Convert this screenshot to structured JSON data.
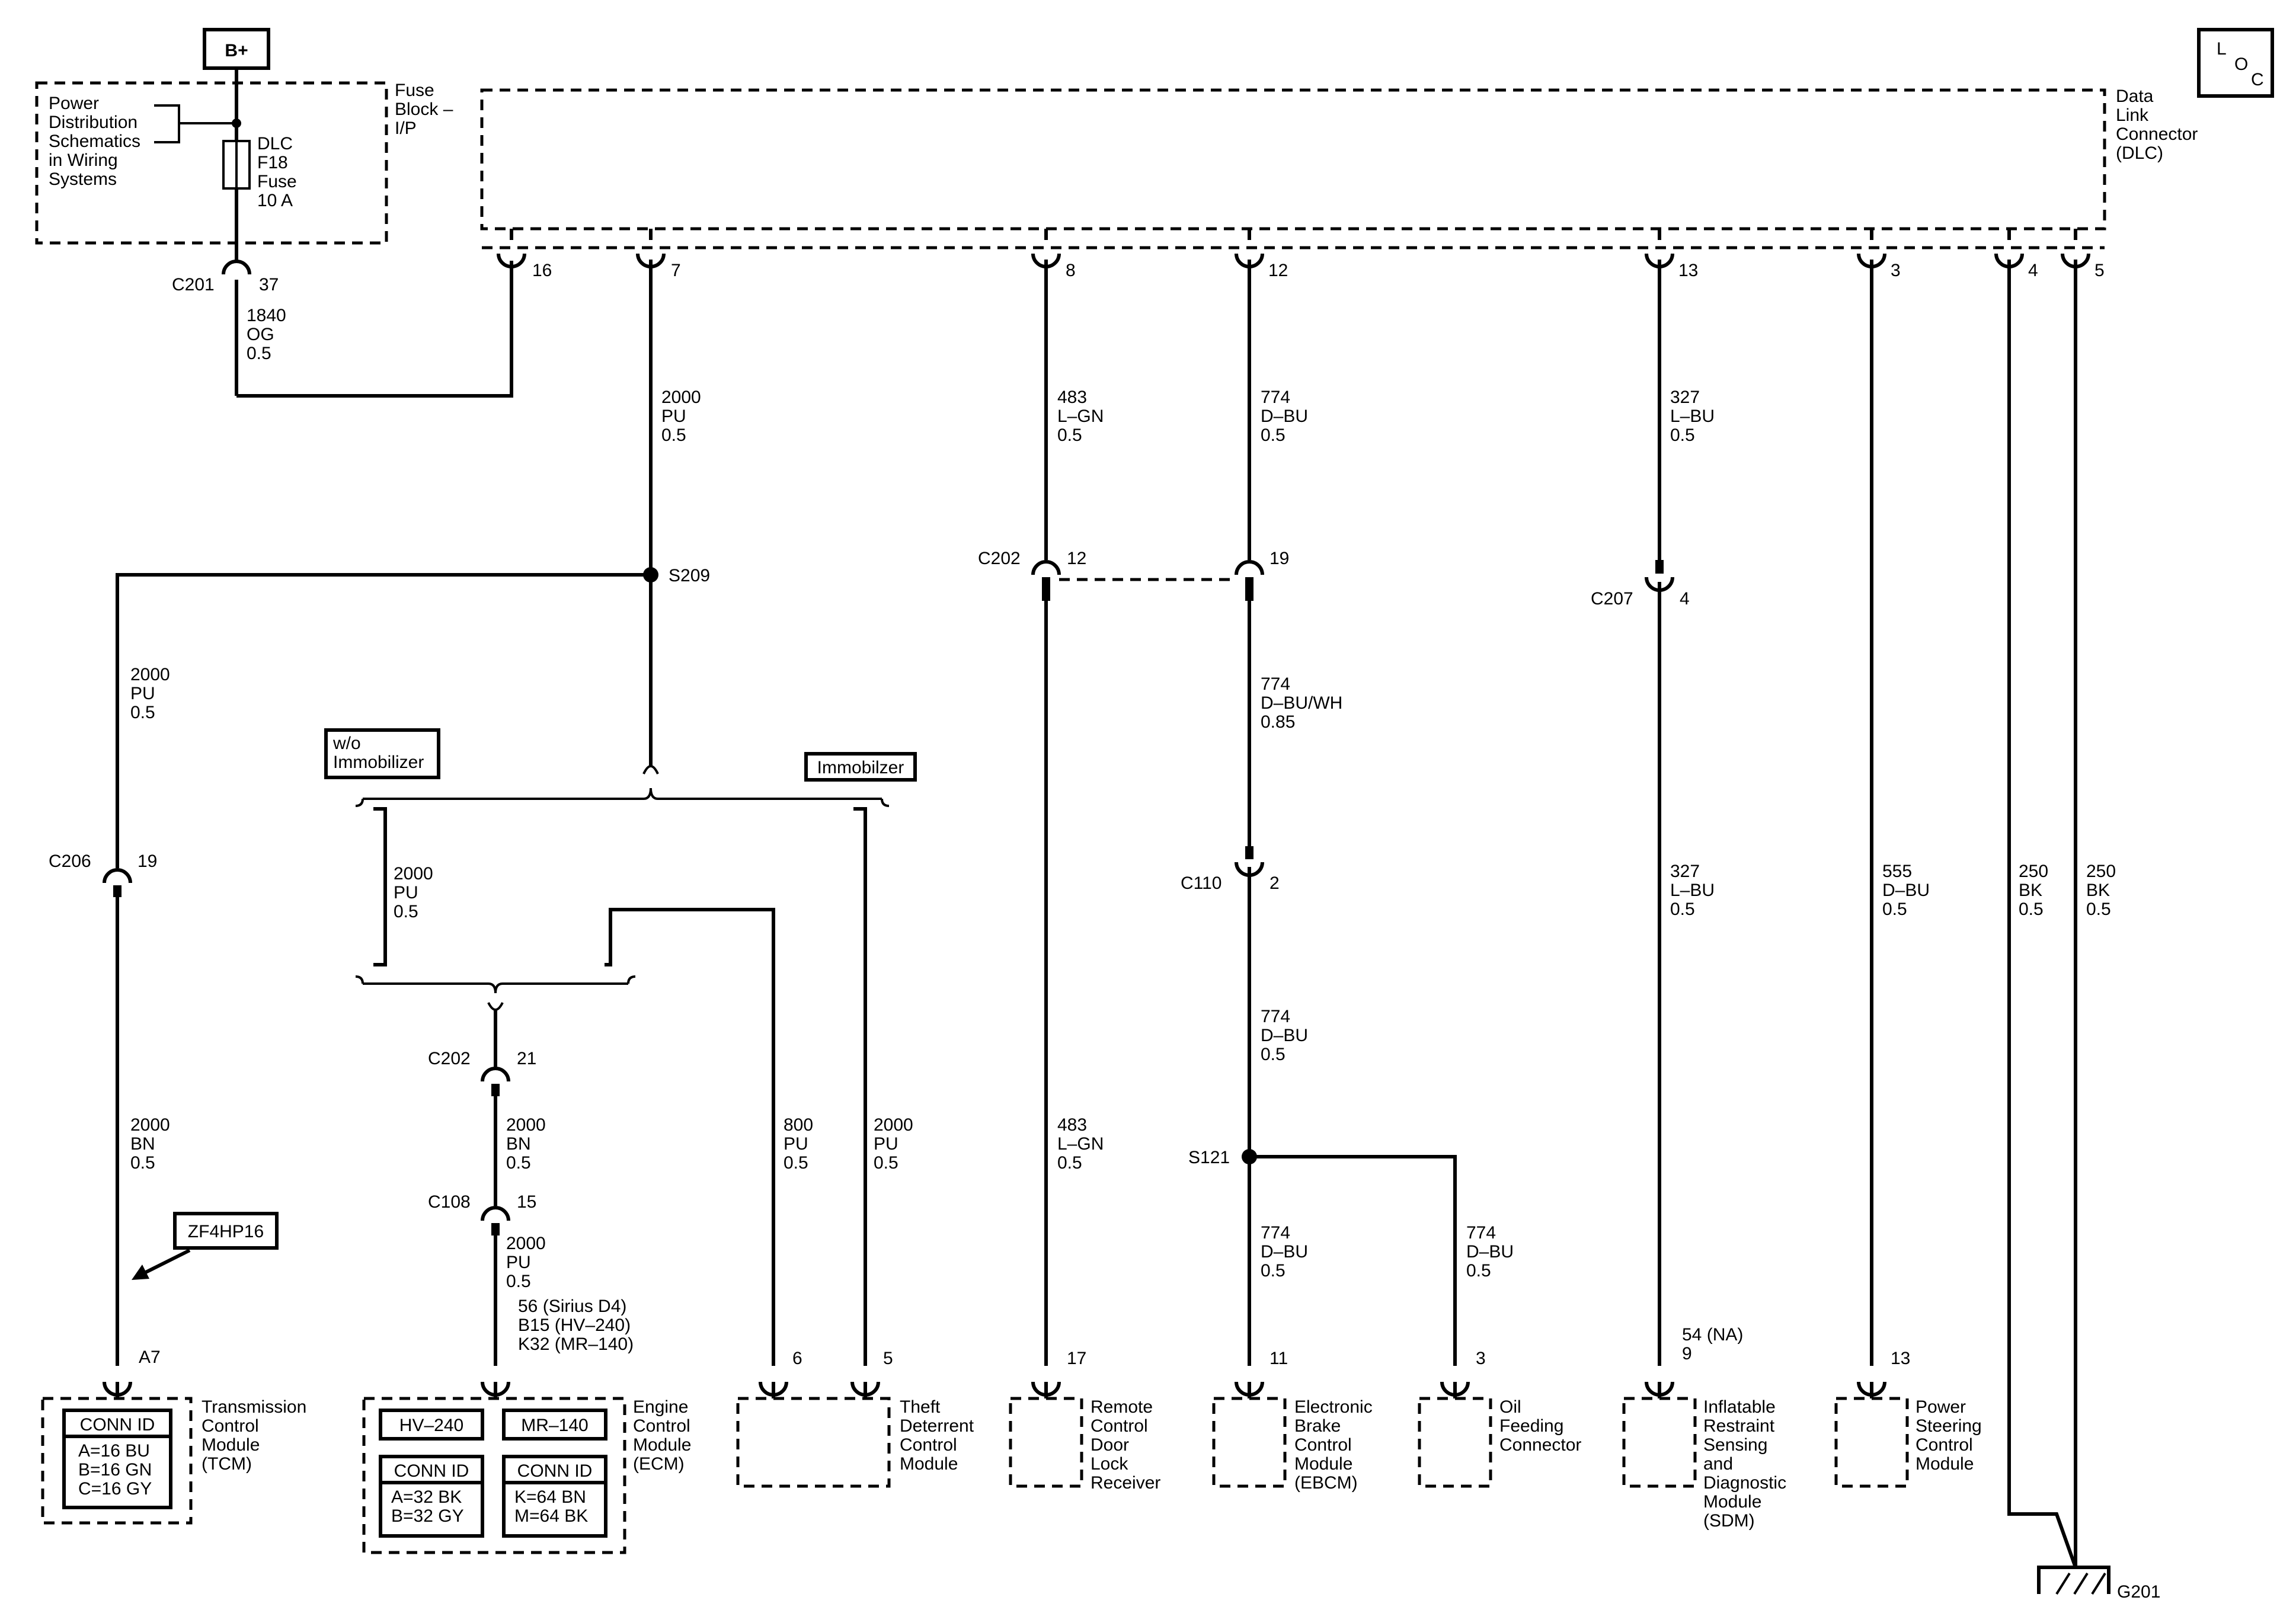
{
  "power": {
    "bplus": "B+",
    "note": [
      "Power",
      "Distribution",
      "Schematics",
      "in Wiring",
      "Systems"
    ],
    "fuse": [
      "DLC",
      "F18",
      "Fuse",
      "10 A"
    ],
    "fuse_block": [
      "Fuse",
      "Block –",
      "I/P"
    ]
  },
  "loc": {
    "l": "L",
    "o": "O",
    "c": "C"
  },
  "dlc": {
    "label": [
      "Data",
      "Link",
      "Connector",
      "(DLC)"
    ],
    "pins": [
      "16",
      "7",
      "8",
      "12",
      "13",
      "3",
      "4",
      "5"
    ]
  },
  "c201": {
    "name": "C201",
    "pin": "37",
    "wire": [
      "1840",
      "OG",
      "0.5"
    ]
  },
  "pin7": {
    "wire_top": [
      "2000",
      "PU",
      "0.5"
    ],
    "splice": "S209",
    "wire_left": [
      "2000",
      "PU",
      "0.5"
    ],
    "c206": {
      "name": "C206",
      "pin": "19"
    },
    "wire_tcm": [
      "2000",
      "BN",
      "0.5"
    ],
    "zf": "ZF4HP16",
    "tcm_pin": "A7",
    "opt_without": [
      "w/o",
      "Immobilizer"
    ],
    "opt_with": "Immobilzer",
    "wire_inner": [
      "2000",
      "PU",
      "0.5"
    ],
    "c202": {
      "name": "C202",
      "pin": "21"
    },
    "wire_ecm1": [
      "2000",
      "BN",
      "0.5"
    ],
    "c108": {
      "name": "C108",
      "pin": "15"
    },
    "wire_ecm2": [
      "2000",
      "PU",
      "0.5"
    ],
    "ecm_pins": [
      "56 (Sirius D4)",
      "B15 (HV–240)",
      "K32 (MR–140)"
    ],
    "wire_800": [
      "800",
      "PU",
      "0.5"
    ],
    "wire_2000": [
      "2000",
      "PU",
      "0.5"
    ],
    "theft_pins": [
      "6",
      "5"
    ]
  },
  "pin8": {
    "wire_top": [
      "483",
      "L–GN",
      "0.5"
    ],
    "c202": {
      "name": "C202",
      "pin": "12"
    },
    "wire_bottom": [
      "483",
      "L–GN",
      "0.5"
    ],
    "end_pin": "17"
  },
  "pin12": {
    "wire_top": [
      "774",
      "D–BU",
      "0.5"
    ],
    "c202_pin": "19",
    "wire_mid": [
      "774",
      "D–BU/WH",
      "0.85"
    ],
    "c110": {
      "name": "C110",
      "pin": "2"
    },
    "wire_low": [
      "774",
      "D–BU",
      "0.5"
    ],
    "splice": "S121",
    "wire_ebcm": [
      "774",
      "D–BU",
      "0.5"
    ],
    "wire_oil": [
      "774",
      "D–BU",
      "0.5"
    ],
    "ebcm_pin": "11",
    "oil_pin": "3"
  },
  "pin13": {
    "wire_top": [
      "327",
      "L–BU",
      "0.5"
    ],
    "c207": {
      "name": "C207",
      "pin": "4"
    },
    "wire_bottom": [
      "327",
      "L–BU",
      "0.5"
    ],
    "sdm_pin": [
      "54 (NA)",
      "9"
    ]
  },
  "pin3": {
    "wire": [
      "555",
      "D–BU",
      "0.5"
    ],
    "end_pin": "13"
  },
  "pin4": {
    "wire": [
      "250",
      "BK",
      "0.5"
    ]
  },
  "pin5": {
    "wire": [
      "250",
      "BK",
      "0.5"
    ]
  },
  "ground": "G201",
  "modules": {
    "tcm": [
      "Transmission",
      "Control",
      "Module",
      "(TCM)"
    ],
    "ecm": [
      "Engine",
      "Control",
      "Module",
      "(ECM)"
    ],
    "theft": [
      "Theft",
      "Deterrent",
      "Control",
      "Module"
    ],
    "rcdlr": [
      "Remote",
      "Control",
      "Door",
      "Lock",
      "Receiver"
    ],
    "ebcm": [
      "Electronic",
      "Brake",
      "Control",
      "Module",
      "(EBCM)"
    ],
    "oil": [
      "Oil",
      "Feeding",
      "Connector"
    ],
    "sdm": [
      "Inflatable",
      "Restraint",
      "Sensing",
      "and",
      "Diagnostic",
      "Module",
      "(SDM)"
    ],
    "psm": [
      "Power",
      "Steering",
      "Control",
      "Module"
    ]
  },
  "tcm_conn": {
    "title": "CONN ID",
    "rows": [
      "A=16 BU",
      "B=16 GN",
      "C=16 GY"
    ]
  },
  "ecm_conn": {
    "hv": "HV–240",
    "mr": "MR–140",
    "hv_title": "CONN ID",
    "hv_rows": [
      "A=32 BK",
      "B=32 GY"
    ],
    "mr_title": "CONN ID",
    "mr_rows": [
      "K=64 BN",
      "M=64 BK"
    ]
  }
}
